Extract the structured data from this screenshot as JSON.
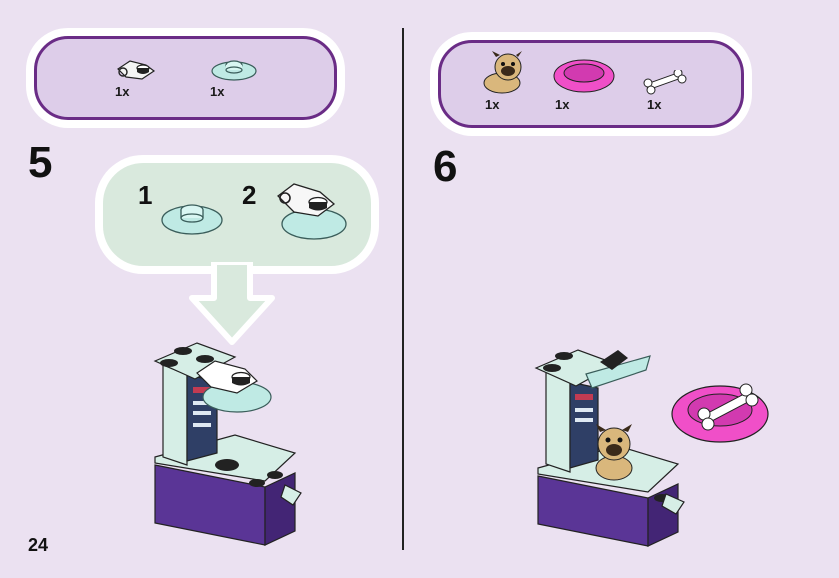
{
  "page_number": "24",
  "steps": [
    {
      "number": "5",
      "parts": [
        {
          "qty": "1x",
          "icon": "white-clip-plate-icon"
        },
        {
          "qty": "1x",
          "icon": "transparent-round-plate-icon"
        }
      ],
      "substeps": [
        "1",
        "2"
      ]
    },
    {
      "number": "6",
      "parts": [
        {
          "qty": "1x",
          "icon": "pug-figure-icon"
        },
        {
          "qty": "1x",
          "icon": "pink-dog-bowl-icon"
        },
        {
          "qty": "1x",
          "icon": "white-bone-icon"
        }
      ]
    }
  ],
  "colors": {
    "background": "#ebe1f1",
    "parts_box_fill": "#ddcde9",
    "parts_box_border": "#6a2c86",
    "callout_fill": "#d9e9dd",
    "brick_mint": "#d6eee6",
    "base_purple": "#5a3596",
    "bowl_pink": "#f04fc8",
    "pug_tan": "#d9b77c"
  }
}
